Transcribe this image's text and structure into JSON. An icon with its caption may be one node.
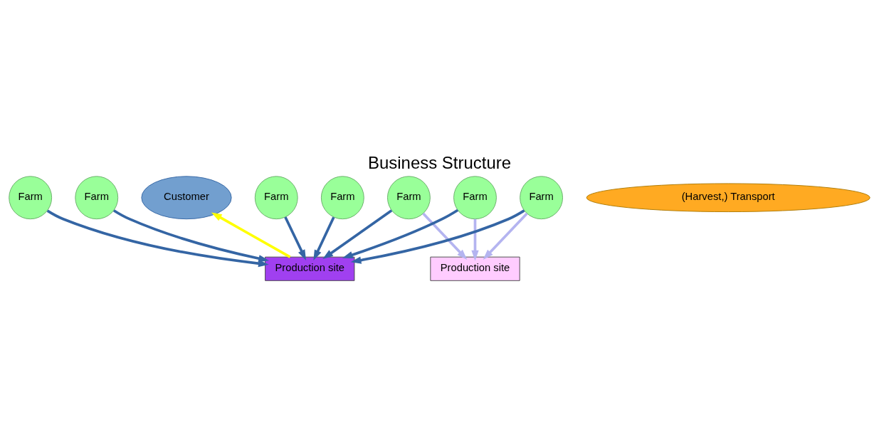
{
  "diagram": {
    "title": "Business Structure",
    "nodes": [
      {
        "text": [
          "Farm"
        ]
      },
      {
        "text": [
          "Production site"
        ]
      },
      {
        "text": [
          "Customer"
        ]
      },
      {
        "text": [
          "Farm"
        ]
      },
      {
        "text": [
          "(Harvest,) Transport"
        ]
      },
      {
        "text": [
          "Farm"
        ]
      },
      {
        "text": [
          "Farm"
        ]
      },
      {
        "text": [
          "Farm"
        ]
      },
      {
        "text": [
          "Farm"
        ]
      },
      {
        "text": [
          "Production site"
        ]
      },
      {
        "text": [
          "Farm"
        ]
      }
    ],
    "edges": [
      {
        "from": 0,
        "to": 1,
        "arrow": "to"
      },
      {
        "from": 1,
        "to": 2,
        "arrow": "to",
        "color": "#ffff00"
      },
      {
        "from": 3,
        "to": 1,
        "arrow": "to"
      },
      {
        "from": 6,
        "to": 1,
        "arrow": "to"
      },
      {
        "from": 8,
        "to": 1,
        "arrow": "to"
      },
      {
        "from": 10,
        "to": 1,
        "arrow": "to"
      },
      {
        "from": 7,
        "to": 1,
        "arrow": "to"
      },
      {
        "from": 5,
        "to": 1,
        "arrow": "to"
      },
      {
        "from": 5,
        "to": 9,
        "arrow": "to",
        "color": "#b4b4f0"
      },
      {
        "from": 7,
        "to": 9,
        "arrow": "to",
        "color": "#b4b4f0"
      },
      {
        "from": 10,
        "to": 9,
        "arrow": "to",
        "color": "#b4b4f0"
      }
    ]
  }
}
